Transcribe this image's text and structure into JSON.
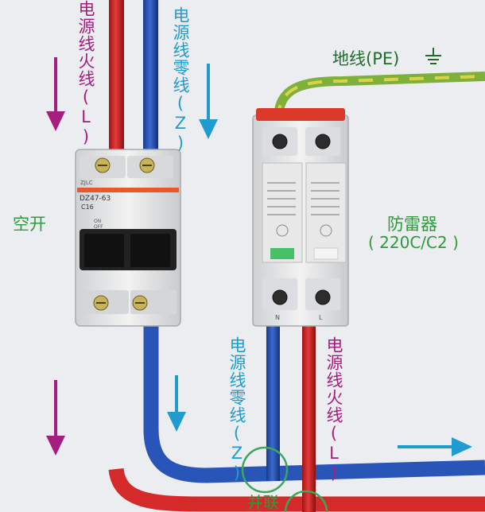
{
  "labels": {
    "left_live": "电源线火线(L)",
    "left_neutral": "电源线零线(Z)",
    "ground": "地线(PE)",
    "breaker": "空开",
    "spd_name": "防雷器",
    "spd_model": "( 220C/C2 )",
    "bottom_neutral": "电源线零线(Z)",
    "bottom_live": "电源线火线(L)",
    "parallel": "并联"
  },
  "breaker_device": {
    "model": "DZ47-63",
    "rating": "C16",
    "brand": "ZJLC",
    "on": "ON",
    "off": "OFF"
  },
  "spd_device": {
    "terminal_n": "N",
    "terminal_l": "L"
  },
  "colors": {
    "live_wire": "#d42a2a",
    "neutral_wire": "#2a55b8",
    "ground_wire": "#8ec642",
    "magenta": "#a51d7e",
    "cyan": "#1f9bcf",
    "green_text": "#2d9a3c",
    "green_circle": "#3aa85a"
  }
}
